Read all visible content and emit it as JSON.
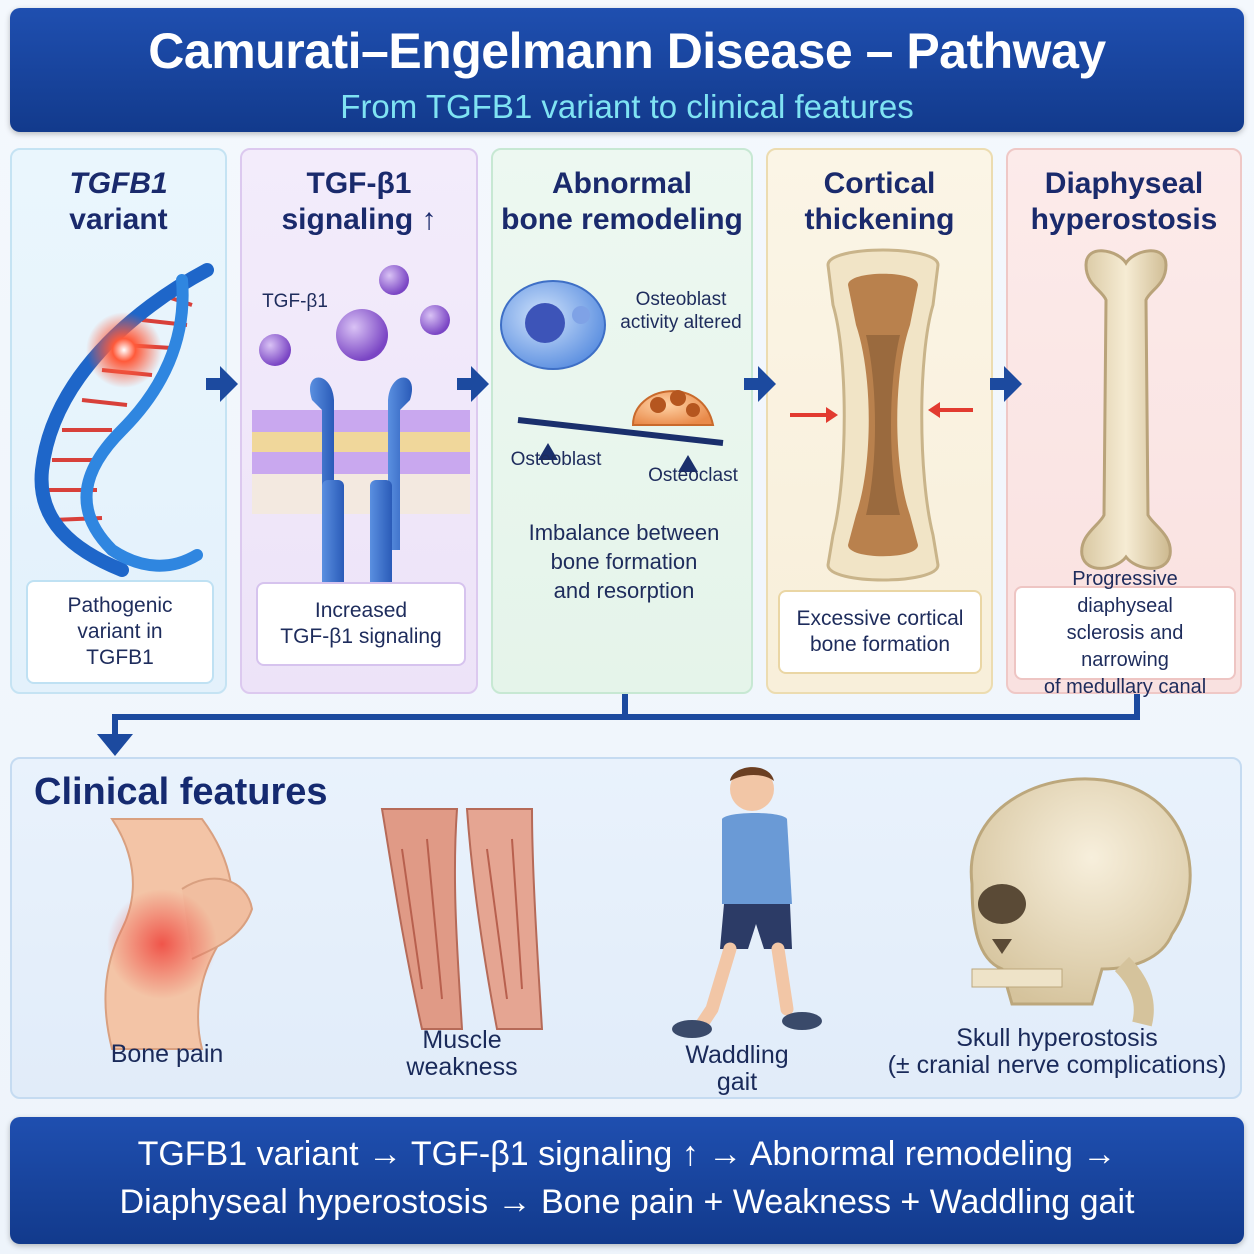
{
  "header": {
    "title": "Camurati–Engelmann Disease – Pathway",
    "subtitle": "From TGFB1 variant to clinical features"
  },
  "steps": [
    {
      "title_line1": "TGFB1",
      "title_line2": "variant",
      "description": [
        "Pathogenic",
        "variant in",
        "TGFB1"
      ]
    },
    {
      "title_line1": "TGF-β1",
      "title_line2": "signaling ↑",
      "image_label": "TGF-β1",
      "description": [
        "Increased",
        "TGF-β1 signaling"
      ]
    },
    {
      "title_line1": "Abnormal",
      "title_line2": "bone remodeling",
      "label_activity_1": "Osteoblast",
      "label_activity_2": "activity altered",
      "label_osteoblast": "Osteoblast",
      "label_osteoclast": "Osteoclast",
      "description": [
        "Imbalance between",
        "bone formation",
        "and resorption"
      ]
    },
    {
      "title_line1": "Cortical",
      "title_line2": "thickening",
      "description": [
        "Excessive cortical",
        "bone formation"
      ]
    },
    {
      "title_line1": "Diaphyseal",
      "title_line2": "hyperostosis",
      "description": [
        "Progressive diaphyseal",
        "sclerosis and narrowing",
        "of medullary canal"
      ]
    }
  ],
  "clinical": {
    "title": "Clinical features",
    "features": [
      {
        "line1": "Bone pain",
        "line2": ""
      },
      {
        "line1": "Muscle",
        "line2": "weakness"
      },
      {
        "line1": "Waddling",
        "line2": "gait"
      },
      {
        "line1": "Skull hyperostosis",
        "line2": "(± cranial nerve complications)"
      }
    ]
  },
  "footer": {
    "line1": "TGFB1 variant → TGF-β1 signaling ↑ → Abnormal remodeling →",
    "line2": "Diaphyseal hyperostosis → Bone pain + Weakness + Waddling gait"
  },
  "colors": {
    "header_bg": "#1a45a0",
    "subtitle": "#7fe3f3",
    "arrow": "#1c4a9f",
    "pain_red": "#e8493b",
    "bone": "#efe2c4"
  }
}
